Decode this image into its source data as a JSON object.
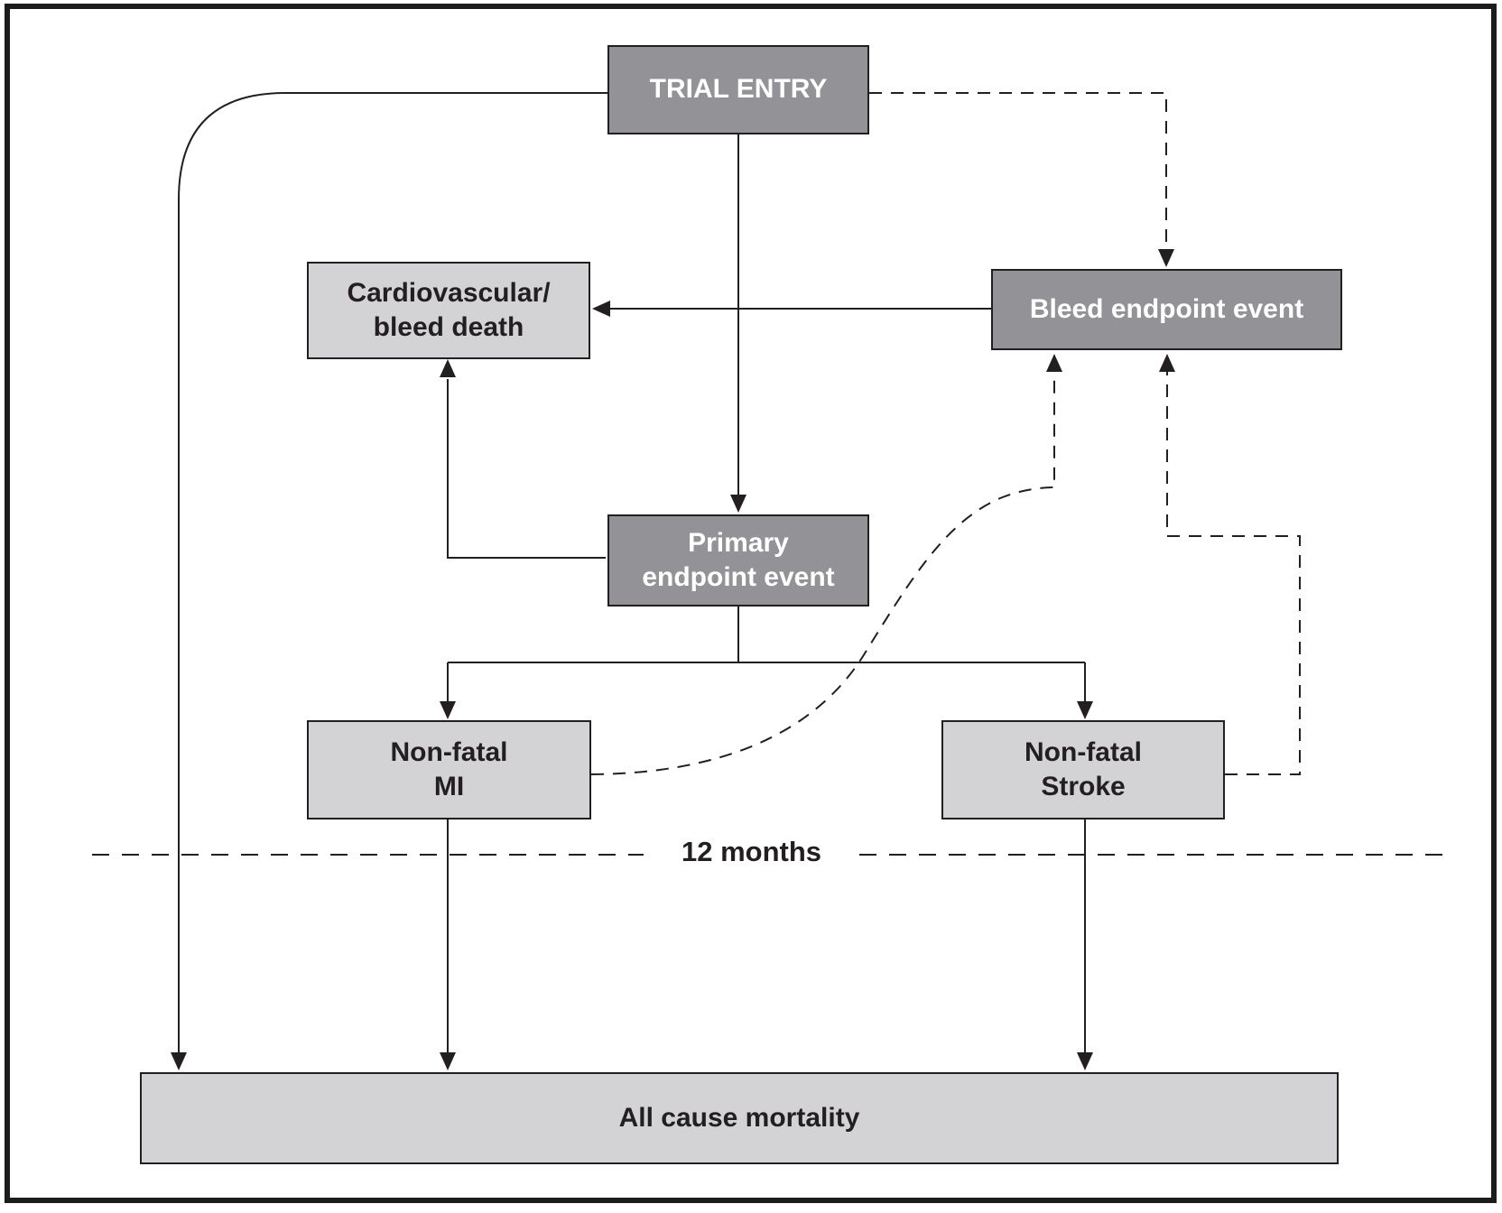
{
  "figure": {
    "colors": {
      "background": "#ffffff",
      "frame": "#1c1c1c",
      "line": "#231f20",
      "dark_fill": "#939397",
      "light_fill": "#d3d3d5",
      "dark_text": "#231f20",
      "light_text": "#ffffff"
    }
  },
  "nodes": {
    "trial_entry": {
      "label": "TRIAL ENTRY"
    },
    "cv_bleed_death": {
      "line1": "Cardiovascular/",
      "line2": "bleed death"
    },
    "bleed_endpoint": {
      "label": "Bleed endpoint event"
    },
    "primary_endpoint": {
      "line1": "Primary",
      "line2": "endpoint event"
    },
    "nonfatal_mi": {
      "line1": "Non-fatal",
      "line2": "MI"
    },
    "nonfatal_stroke": {
      "line1": "Non-fatal",
      "line2": "Stroke"
    },
    "all_cause_mortality": {
      "label": "All cause mortality"
    }
  },
  "annotations": {
    "twelve_months": "12 months"
  }
}
